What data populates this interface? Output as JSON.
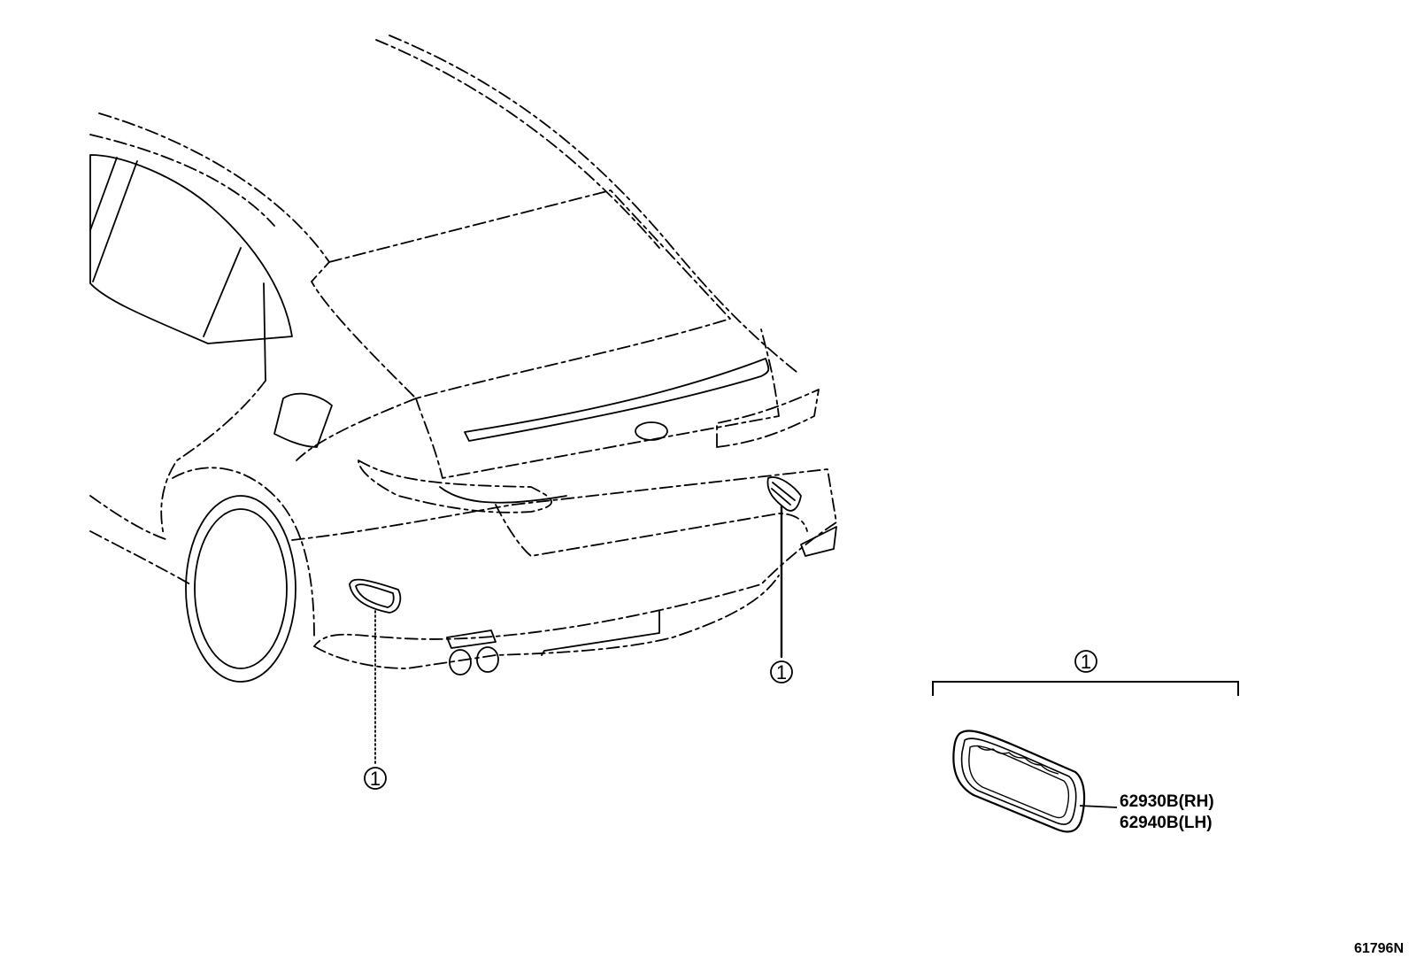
{
  "diagram": {
    "callout_marker": "1",
    "group_label": "1",
    "parts": [
      {
        "part_number": "62930B",
        "side": "(RH)"
      },
      {
        "part_number": "62940B",
        "side": "(LH)"
      }
    ],
    "diagram_id": "61796N"
  },
  "colors": {
    "line": "#000000",
    "background": "#ffffff"
  }
}
